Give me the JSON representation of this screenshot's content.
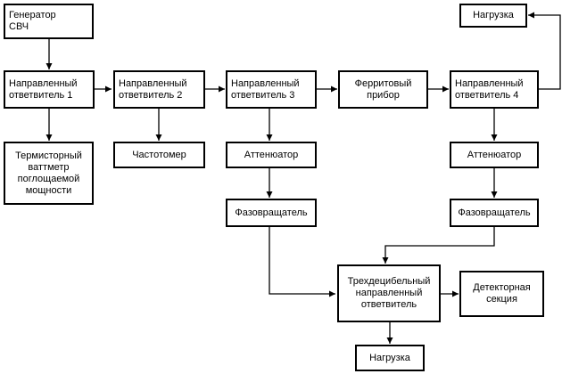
{
  "blocks": {
    "generator": "Генератор\nСВЧ",
    "coupler1": "Направленный\nответвитель 1",
    "coupler2": "Направленный\nответвитель 2",
    "coupler3": "Направленный\nответвитель 3",
    "ferrite": "Ферритовый\nприбор",
    "coupler4": "Направленный\nответвитель 4",
    "load_top": "Нагрузка",
    "wattmeter": "Термисторный\nваттметр\nпоглощаемой\nмощности",
    "freq_meter": "Частотомер",
    "attenuator3": "Аттенюатор",
    "phase3": "Фазовращатель",
    "attenuator4": "Аттенюатор",
    "phase4": "Фазовращатель",
    "three_db": "Трехдецибельный\nнаправленный\nответвитель",
    "detector": "Детекторная\nсекция",
    "load_bottom": "Нагрузка"
  }
}
